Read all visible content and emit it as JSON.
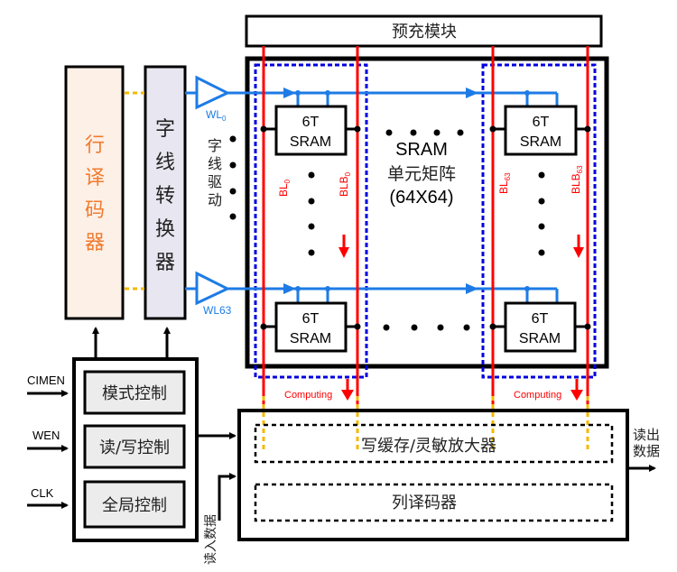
{
  "colors": {
    "row_decoder_fill": "#fdf0e6",
    "row_decoder_text": "#f07b2f",
    "wl_converter_fill": "#e8e6f0",
    "wordline_blue": "#1e7be6",
    "bitline_red": "#ff0000",
    "dashed_blue": "#0000e0",
    "dashed_orange": "#f5b800",
    "control_inner_fill": "#ececec"
  },
  "precharge": {
    "label": "预充模块"
  },
  "row_decoder": {
    "label": [
      "行",
      "译",
      "码",
      "器"
    ]
  },
  "wl_converter": {
    "label": [
      "字",
      "线",
      "转",
      "换",
      "器"
    ]
  },
  "wl_driver": {
    "label": [
      "字",
      "线",
      "驱",
      "动"
    ]
  },
  "wordlines": {
    "wl0": "WL",
    "wl0_sub": "0",
    "wl63": "WL63"
  },
  "array": {
    "title_line1": "SRAM",
    "title_line2": "单元矩阵",
    "title_line3": "(64X64)",
    "cell_line1": "6T",
    "cell_line2": "SRAM"
  },
  "bitlines": {
    "bl0": "BL",
    "bl0_sub": "0",
    "blb0": "BLB",
    "blb0_sub": "0",
    "bl63": "BL",
    "bl63_sub": "63",
    "blb63": "BLB",
    "blb63_sub": "63"
  },
  "computing_label": "Computing",
  "control": {
    "mode": "模式控制",
    "rw": "读/写控制",
    "global": "全局控制",
    "inputs": [
      "CIMEN",
      "WEN",
      "CLK"
    ]
  },
  "periphery": {
    "write_buffer_sa": "写缓存/灵敏放大器",
    "column_decoder": "列译码器",
    "read_out_line1": "读出",
    "read_out_line2": "数据",
    "write_in": "读入数据"
  }
}
